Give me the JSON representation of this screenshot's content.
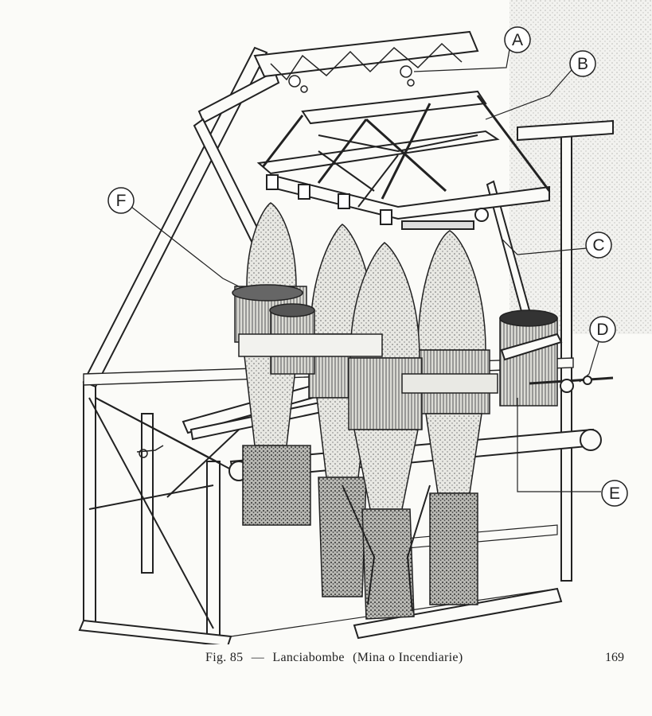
{
  "figure": {
    "callouts": [
      "A",
      "B",
      "C",
      "D",
      "E",
      "F"
    ]
  },
  "caption": {
    "fig_label": "Fig. 85",
    "dash": "—",
    "title": "Lanciabombe",
    "subtitle": "(Mina o Incendiarie)"
  },
  "page_number": "169",
  "colors": {
    "ink": "#222222",
    "paper": "#fbfbf8",
    "shade": "#8a8a86",
    "dark": "#2a2a28"
  }
}
